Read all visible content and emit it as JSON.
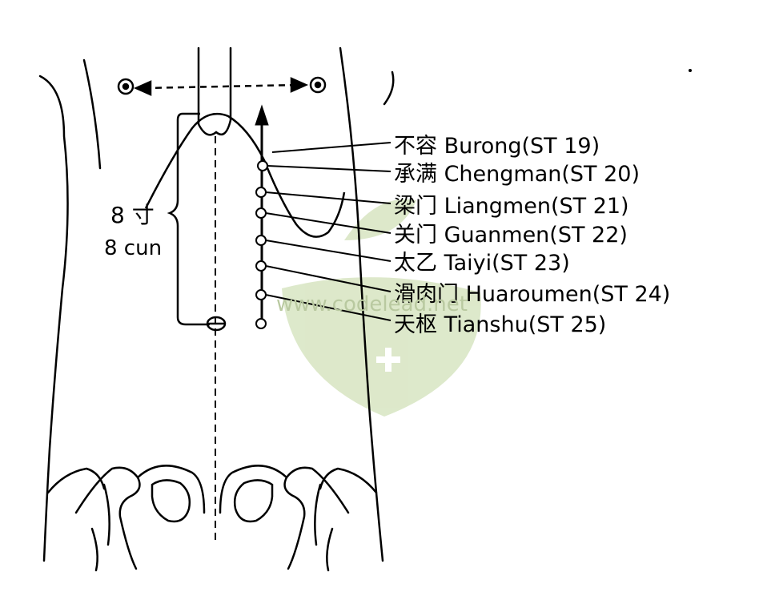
{
  "distance_label": {
    "chinese": "8 寸",
    "english": "8 cun"
  },
  "watermark": "www.codelead.net",
  "points": [
    {
      "label": "不容 Burong(ST 19)"
    },
    {
      "label": "承满 Chengman(ST 20)"
    },
    {
      "label": "梁门 Liangmen(ST 21)"
    },
    {
      "label": "关门 Guanmen(ST 22)"
    },
    {
      "label": "太乙 Taiyi(ST 23)"
    },
    {
      "label": "滑肉门 Huaroumen(ST 24)"
    },
    {
      "label": "天枢 Tianshu(ST 25)"
    }
  ],
  "colors": {
    "line": "#000000",
    "watermark": "#b9c9a0"
  }
}
